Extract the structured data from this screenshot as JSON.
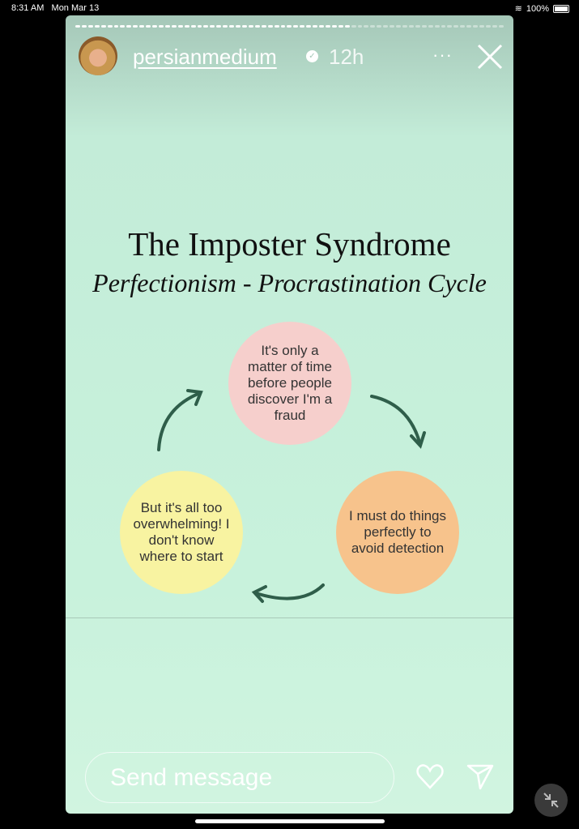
{
  "status_bar": {
    "time": "8:31 AM",
    "date": "Mon Mar 13",
    "battery": "100%"
  },
  "story": {
    "progress": {
      "segments_total": 67,
      "segments_seen": 43
    },
    "username": "persianmedium",
    "verified": true,
    "posted": "12h",
    "more_label": "···",
    "title": "The Imposter Syndrome",
    "subtitle": "Perfectionism - Procrastination Cycle",
    "cycle": [
      {
        "text": "It's only a matter of time before people discover I'm a fraud",
        "color": "#f6cfcc"
      },
      {
        "text": "I must do things perfectly to avoid detection",
        "color": "#f7c38c"
      },
      {
        "text": "But it's all too overwhelming! I don't know where to start",
        "color": "#f8f3a1"
      }
    ],
    "arrow_color": "#2f5e4a"
  },
  "reply": {
    "placeholder": "Send message"
  }
}
